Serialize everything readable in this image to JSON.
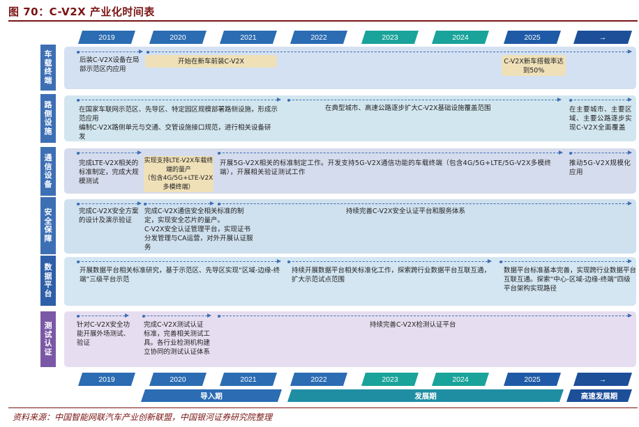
{
  "figure": {
    "title": "图 70：C-V2X 产业化时间表",
    "source": "资料来源：中国智能网联汽车产业创新联盟，中国银河证券研究院整理"
  },
  "years": [
    "2019",
    "2020",
    "2021",
    "2022",
    "2023",
    "2024",
    "2025",
    "→"
  ],
  "colors": {
    "year_dark": "#2b6cb3",
    "year_teal": "#1aa39a",
    "title_red": "#7a1414",
    "arrow": "#3e6fb3",
    "highlight": "#efe0b8"
  },
  "rows": [
    {
      "label": "车载终端",
      "cells": [
        "后装C-V2X设备在局部示范区内应用",
        "开始在新车前装C-V2X",
        "C-V2X新车搭载率达到50%"
      ]
    },
    {
      "label": "路侧设施",
      "cells": [
        "在国家车联网示范区、先导区、特定园区规模部署路侧设施，形成示范应用\n编制C-V2X路侧单元与交通、交管设施接口规范，进行相关设备研发",
        "在典型城市、高速公路逐步扩大C-V2X基础设施覆盖范围",
        "在主要城市、主要区域、主要公路逐步实现C-V2X全面覆盖"
      ]
    },
    {
      "label": "通信设备",
      "cells": [
        "完成LTE-V2X相关的标准制定，完成大规模测试",
        "实现支持LTE-V2X车载终端的量产\n（包含4G/5G+LTE-V2X多模终端）",
        "开展5G-V2X相关的标准制定工作。开发支持5G-V2X通信功能的车载终端（包含4G/5G+LTE/5G-V2X多模终端），开展相关验证测试工作",
        "推动5G-V2X规模化应用"
      ]
    },
    {
      "label": "安全保障",
      "cells": [
        "完成C-V2X安全方案的设计及演示验证",
        "完成C-V2X通信安全相关标准的制定，实现安全芯片的量产。\nC-V2X安全认证管理平台，实现证书分发管理与CA运营，对外开展认证服务",
        "持续完善C-V2X安全认证平台和服务体系"
      ]
    },
    {
      "label": "数据平台",
      "cells": [
        "开展数据平台相关标准研究，基于示范区、先导区实现“区域-边缘-终端”三级平台示范",
        "持续开展数据平台相关标准化工作，探索跨行业数据平台互联互通，扩大示范试点范围",
        "数据平台标准基本完善，实现跨行业数据平台互联互通。探索“中心-区域-边缘-终端”四级平台架构实现路径"
      ]
    },
    {
      "label": "测试认证",
      "cells": [
        "针对C-V2X安全功能开展外场测试、验证",
        "完成C-V2X测试认证标准，完善相关测试工具。各行业检测机构建立协同的测试认证体系",
        "持续完善C-V2X检测认证平台"
      ]
    }
  ],
  "phases": [
    "导入期",
    "发展期",
    "高速发展期"
  ]
}
